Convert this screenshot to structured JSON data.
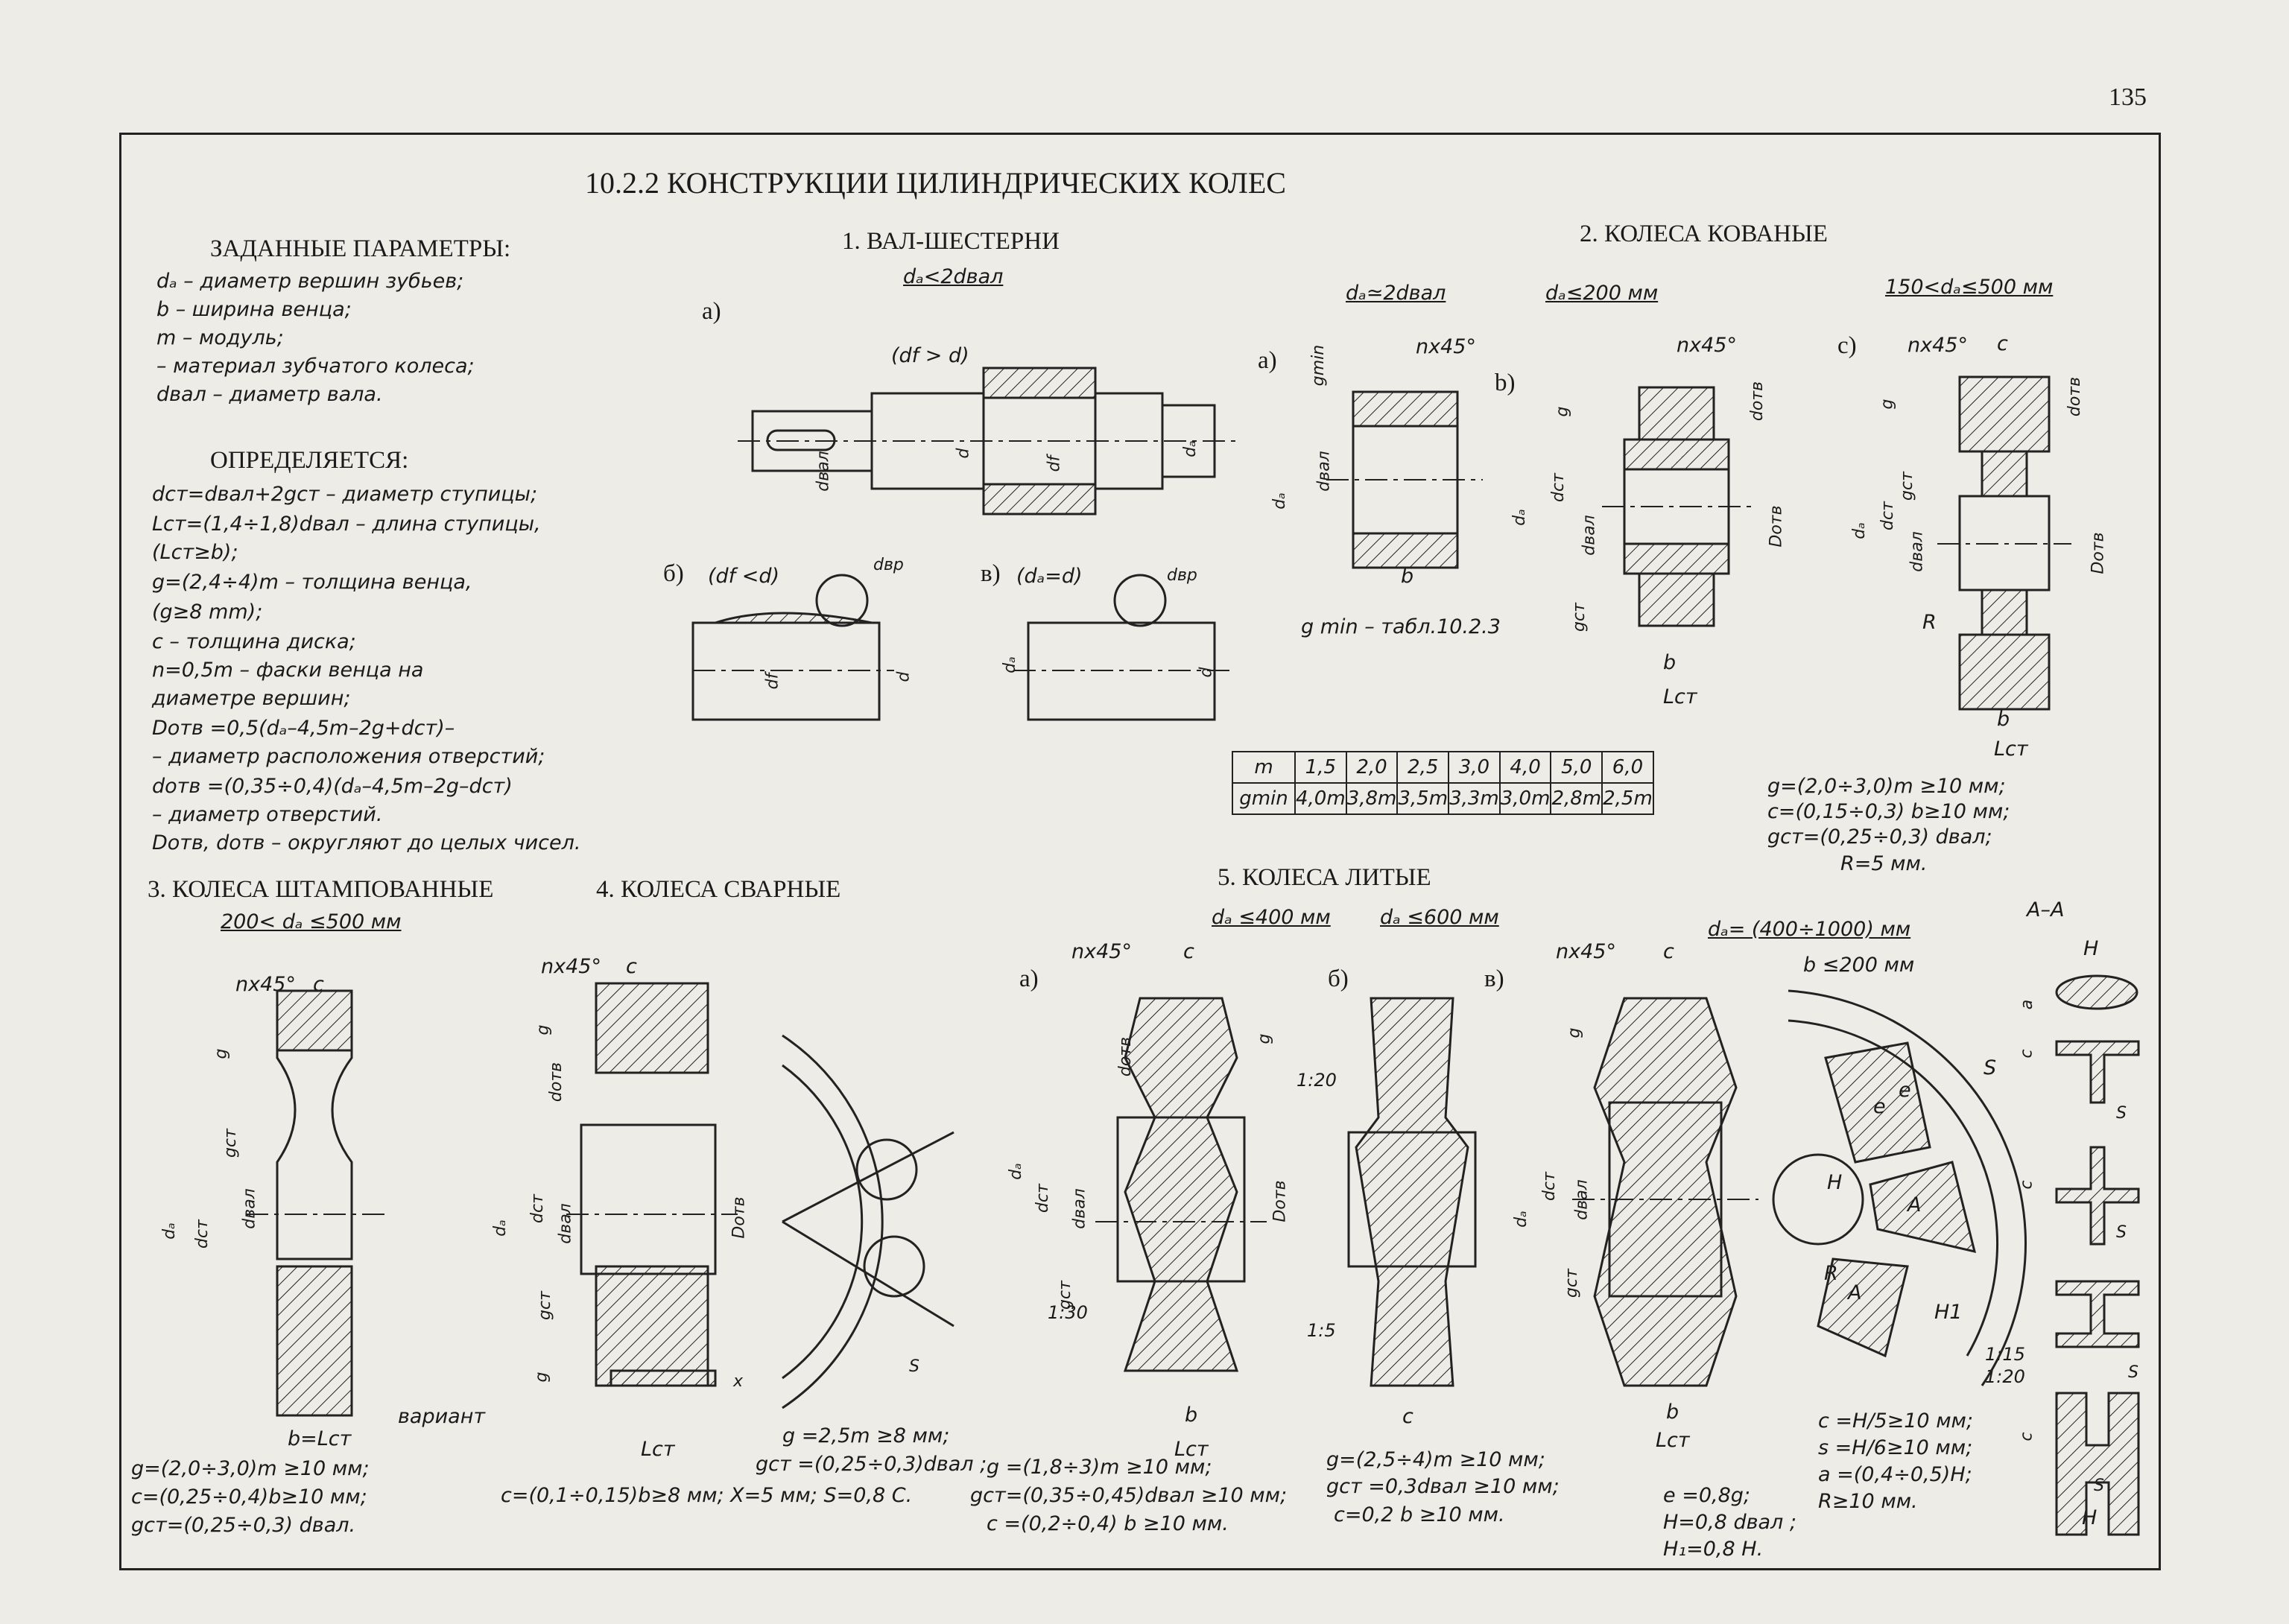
{
  "page": {
    "number": "135",
    "title": "10.2.2 КОНСТРУКЦИИ ЦИЛИНДРИЧЕСКИХ КОЛЕС"
  },
  "given": {
    "heading": "ЗАДАННЫЕ ПАРАМЕТРЫ:",
    "lines": [
      "dₐ  –  диаметр вершин зубьев;",
      "b    –  ширина венца;",
      "m   –  модуль;",
      "       –  материал зубчатого колеса;",
      "dвал –  диаметр вала."
    ]
  },
  "determined": {
    "heading": "ОПРЕДЕЛЯЕТСЯ:",
    "lines": [
      "dст=dвал+2gст     –  диаметр ступицы;",
      "Lст=(1,4÷1,8)dвал  –  длина ступицы,",
      "         (Lст≥b);",
      "g=(2,4÷4)m             –  толщина венца,",
      "      (g≥8 mm);",
      "c  –  толщина диска;",
      "n=0,5m  –  фаски венца на",
      "            диаметре вершин;",
      "Dотв =0,5(dₐ–4,5m–2g+dст)–",
      "   –  диаметр расположения отверстий;",
      "dотв =(0,35÷0,4)(dₐ–4,5m–2g–dст)",
      "           –  диаметр отверстий.",
      "Dотв, dотв –  округляют до целых чисел."
    ]
  },
  "section1": {
    "title": "1. ВАЛ-ШЕСТЕРНИ",
    "condition": "dₐ<2dвал",
    "variant_a": "а)",
    "variant_b": "б)",
    "variant_c": "в)",
    "note_a": "(df > d)",
    "note_b": "(df <d)",
    "note_c": "(dₐ=d)",
    "lbl_dvp": "dвр",
    "lbl_dval": "dвал",
    "lbl_d": "d",
    "lbl_df": "df",
    "lbl_da": "dₐ"
  },
  "section2": {
    "title": "2. КОЛЕСА КОВАНЫЕ",
    "cond_a": "dₐ≃2dвал",
    "cond_b": "dₐ≤200 мм",
    "cond_c": "150<dₐ≤500 мм",
    "variant_a": "а)",
    "variant_b": "b)",
    "variant_c": "с)",
    "chamfer": "nx45°",
    "lbl_c": "c",
    "lbl_gmin": "gmin",
    "lbl_g": "g",
    "lbl_gst": "gст",
    "lbl_dst": "dст",
    "lbl_dval": "dвал",
    "lbl_dotv": "dотв",
    "lbl_Dotv": "Dотв",
    "lbl_da": "dₐ",
    "lbl_b": "b",
    "lbl_Lst": "Lст",
    "lbl_R": "R",
    "gmin_note": "g min –  табл.10.2.3",
    "table": {
      "header": [
        "m",
        "1,5",
        "2,0",
        "2,5",
        "3,0",
        "4,0",
        "5,0",
        "6,0"
      ],
      "row": [
        "gmin",
        "4,0m",
        "3,8m",
        "3,5m",
        "3,3m",
        "3,0m",
        "2,8m",
        "2,5m"
      ]
    },
    "formulas": [
      "g=(2,0÷3,0)m ≥10 мм;",
      "c=(0,15÷0,3) b≥10 мм;",
      "gст=(0,25÷0,3) dвал;",
      "R=5 мм."
    ]
  },
  "section3": {
    "title": "3. КОЛЕСА ШТАМПОВАННЫЕ",
    "condition": "200< dₐ ≤500 мм",
    "chamfer": "nx45°",
    "lbl_c": "c",
    "lbl_g": "g",
    "lbl_gst": "gст",
    "lbl_da": "dₐ",
    "lbl_dval": "dвал",
    "lbl_dst": "dст",
    "lbl_bL": "b=Lст",
    "variant": "вариант",
    "formulas": [
      "g=(2,0÷3,0)m ≥10 мм;",
      "c=(0,25÷0,4)b≥10 мм;",
      "gст=(0,25÷0,3) dвал."
    ]
  },
  "section4": {
    "title": "4. КОЛЕСА СВАРНЫЕ",
    "chamfer": "nx45°",
    "lbl_c": "c",
    "lbl_g": "g",
    "lbl_gst": "gст",
    "lbl_da": "dₐ",
    "lbl_dst": "dст",
    "lbl_dval": "dвал",
    "lbl_dotv": "dотв",
    "lbl_Dotv": "Dотв",
    "lbl_Lst": "Lст",
    "lbl_x": "x",
    "lbl_s": "S",
    "formula_1": "g =2,5m ≥8 мм;",
    "formula_2": "gст =(0,25÷0,3)dвал ;",
    "formula_3": "c=(0,1÷0,15)b≥8  мм;  X=5  мм;  S=0,8 C."
  },
  "section5": {
    "title": "5. КОЛЕСА ЛИТЫЕ",
    "cond_a": "dₐ ≤400 мм",
    "cond_b": "dₐ ≤600 мм",
    "cond_c": "dₐ= (400÷1000)  мм",
    "cond_c2": "b ≤200  мм",
    "variant_a": "а)",
    "variant_b": "б)",
    "variant_c": "в)",
    "chamfer": "nx45°",
    "lbl_c": "c",
    "lbl_g": "g",
    "lbl_gst": "gст",
    "lbl_da": "dₐ",
    "lbl_dst": "dст",
    "lbl_dval": "dвал",
    "lbl_dotv": "dотв",
    "lbl_Dotv": "Dотв",
    "lbl_b": "b",
    "lbl_Lst": "Lст",
    "slope_1": "1:30",
    "slope_2": "1:20",
    "slope_3": "1:5",
    "slope_4": "1:15",
    "slope_5": "1:20",
    "lbl_R": "R",
    "lbl_H": "H",
    "lbl_H1": "H1",
    "lbl_e": "e",
    "lbl_A": "A",
    "lbl_s": "S",
    "lbl_a": "a",
    "section_AA": "A–A",
    "formulas_a": [
      "g =(1,8÷3)m              ≥10 мм;",
      "gст=(0,35÷0,45)dвал ≥10 мм;",
      "c  =(0,2÷0,4) b          ≥10 мм."
    ],
    "formulas_b": [
      "g=(2,5÷4)m ≥10  мм;",
      "gст =0,3dвал ≥10  мм;",
      "c=0,2 b         ≥10  мм."
    ],
    "formulas_c": [
      "e =0,8g;",
      "H=0,8 dвал ;",
      "H₁=0,8 H."
    ],
    "formulas_d": [
      "c =H/5≥10  мм;",
      "s =H/6≥10  мм;",
      "a =(0,4÷0,5)H;",
      "R≥10  мм."
    ]
  }
}
